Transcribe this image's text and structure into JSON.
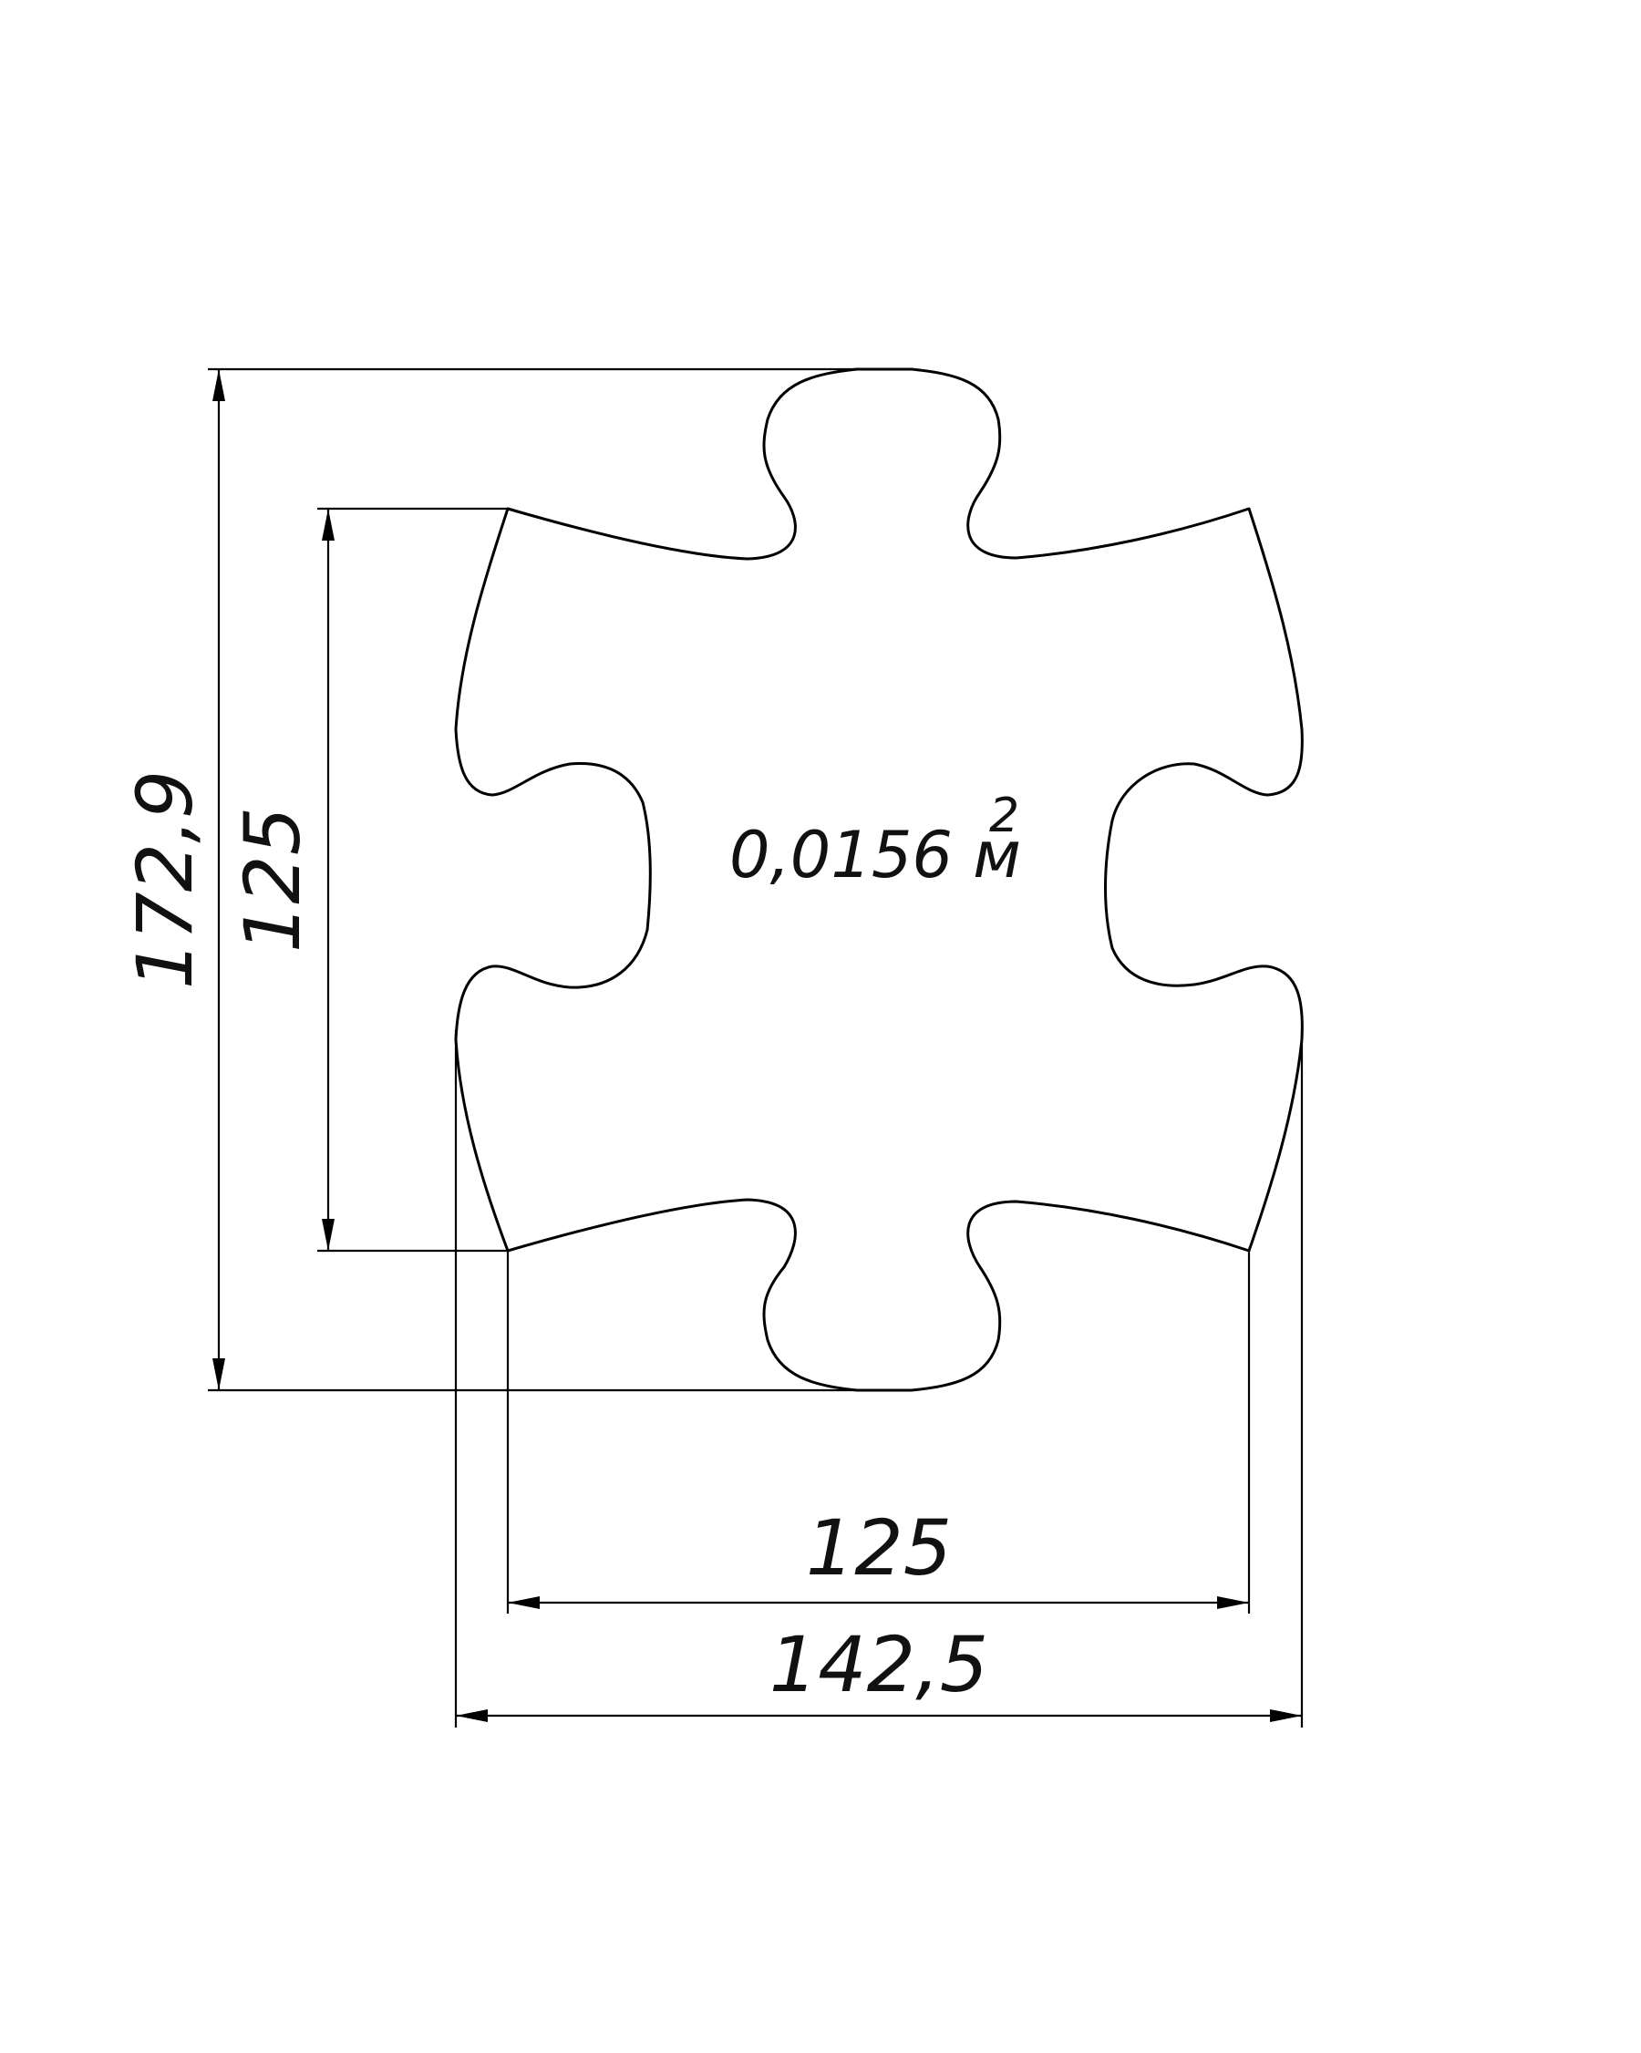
{
  "drawing": {
    "area_label": "0,0156 м",
    "area_exponent": "2",
    "dimensions": {
      "overall_height": "172,9",
      "body_height": "125",
      "body_width": "125",
      "overall_width": "142,5"
    }
  }
}
